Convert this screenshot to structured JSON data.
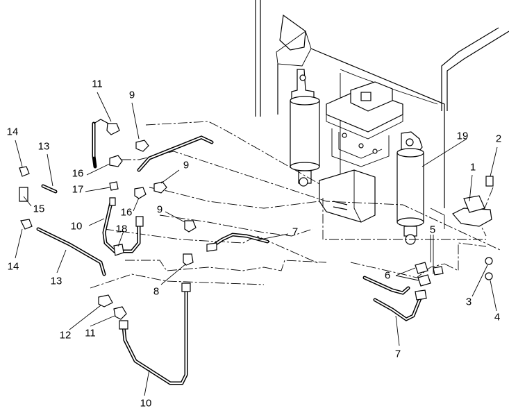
{
  "callouts": {
    "c1": "1",
    "c2": "2",
    "c3": "3",
    "c4": "4",
    "c5": "5",
    "c6": "6",
    "c7a": "7",
    "c7b": "7",
    "c8": "8",
    "c9a": "9",
    "c9b": "9",
    "c9c": "9",
    "c10a": "10",
    "c10b": "10",
    "c11a": "11",
    "c11b": "11",
    "c12": "12",
    "c13a": "13",
    "c13b": "13",
    "c14a": "14",
    "c14b": "14",
    "c15": "15",
    "c16a": "16",
    "c16b": "16",
    "c17": "17",
    "c18": "18",
    "c19": "19"
  }
}
